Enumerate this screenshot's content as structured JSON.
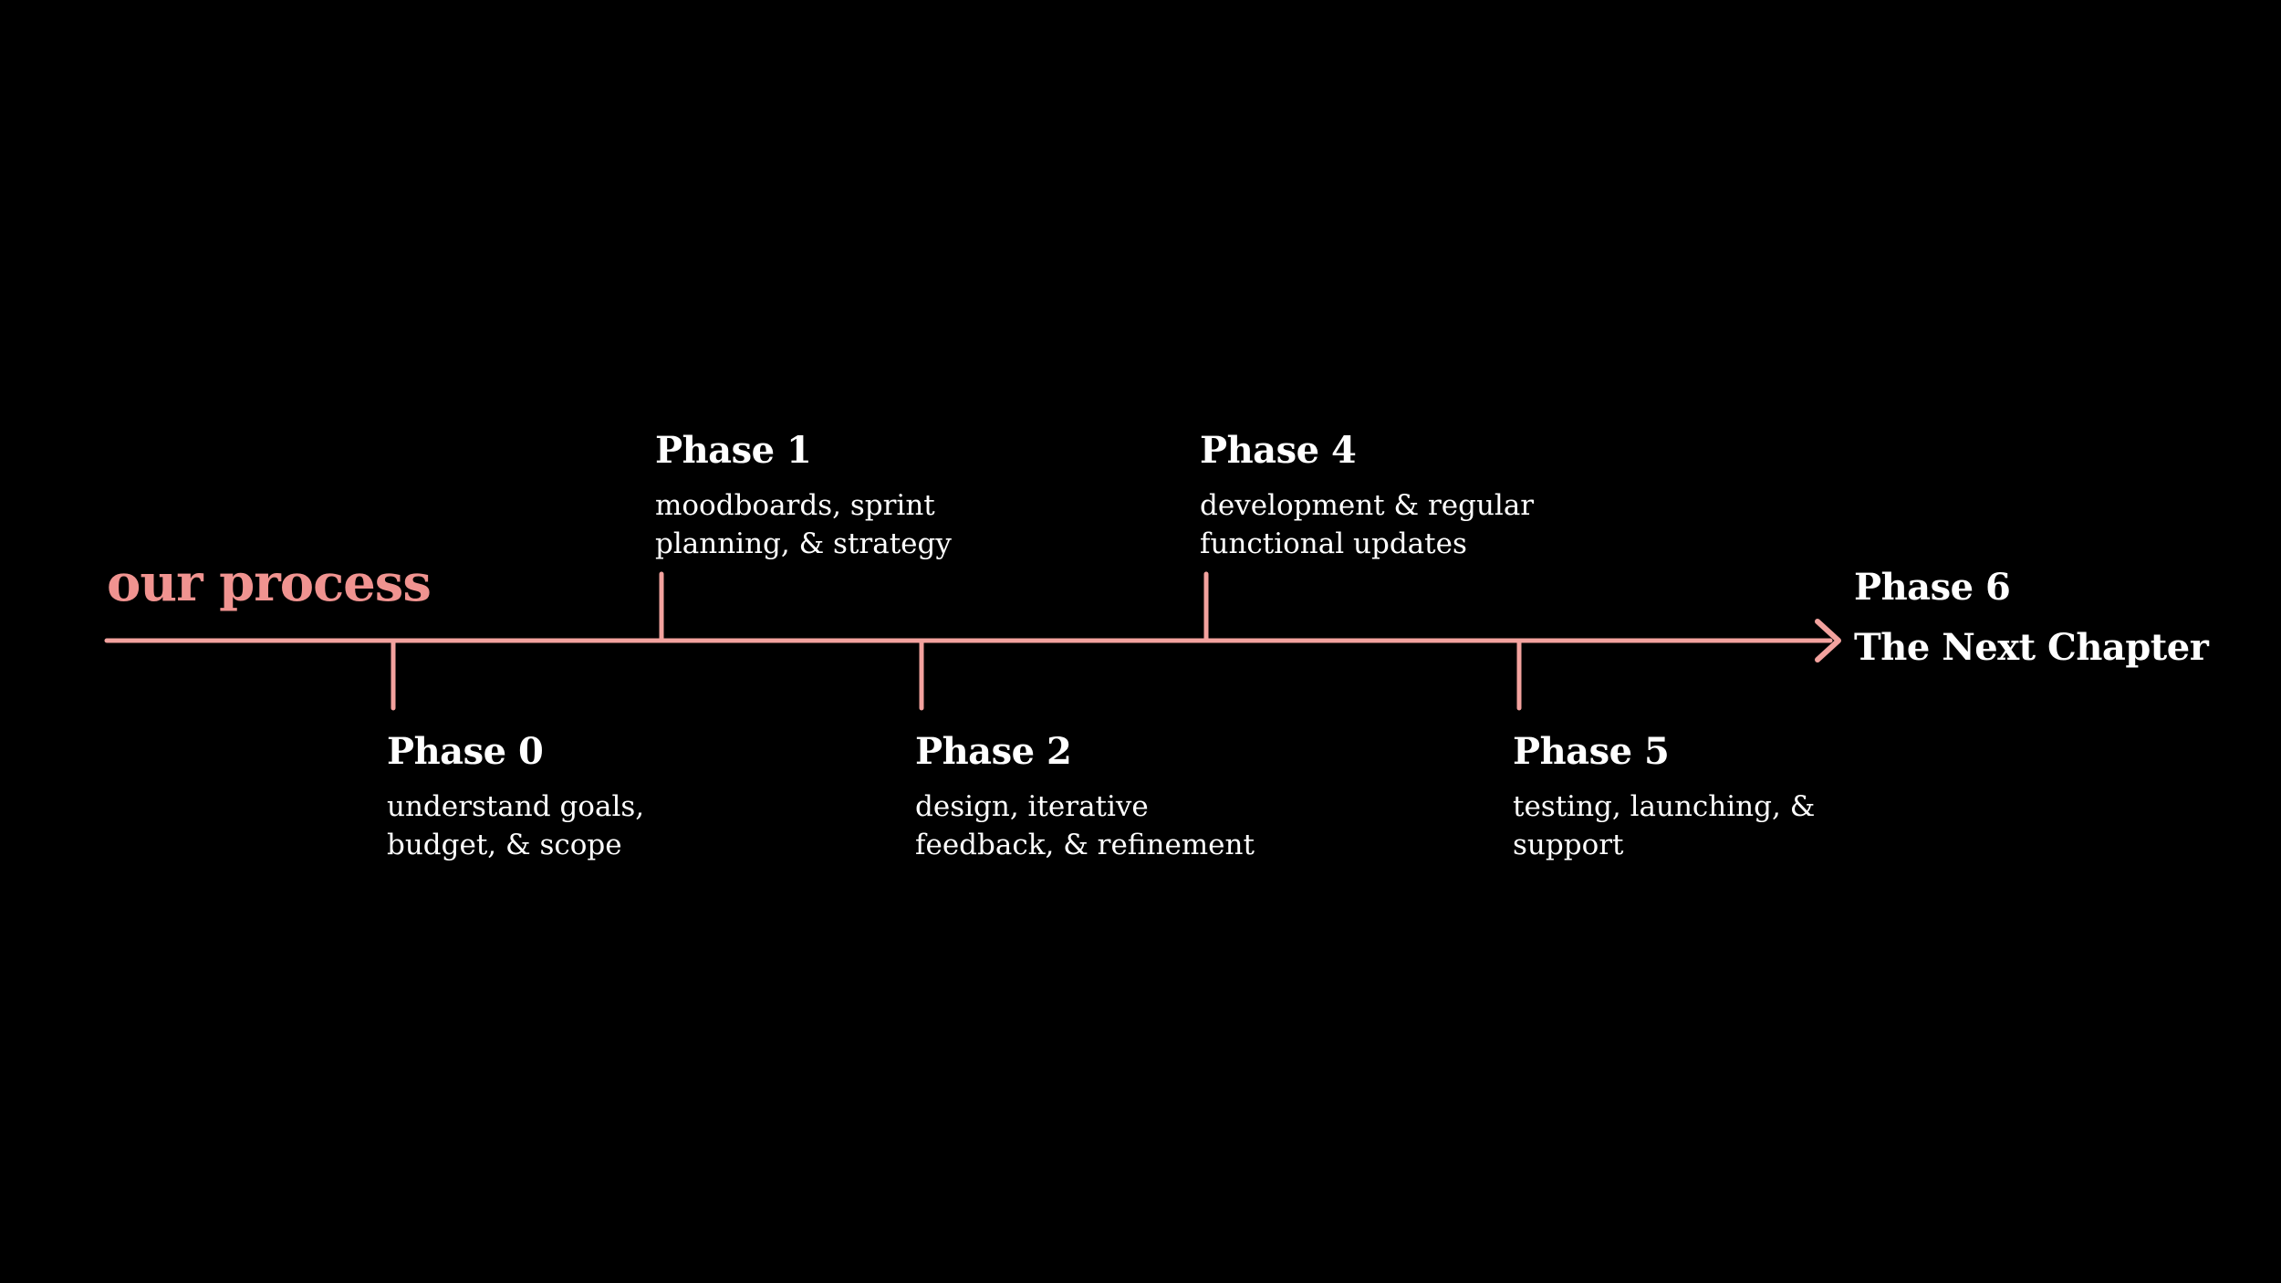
{
  "title": "our process",
  "colors": {
    "background": "#000000",
    "accent_title": "#f09390",
    "accent_line": "#f3a29e",
    "text": "#ffffff"
  },
  "timeline": {
    "phases": [
      {
        "label": "Phase 0",
        "description": "understand goals,\nbudget, & scope",
        "side": "below"
      },
      {
        "label": "Phase 1",
        "description": "moodboards, sprint\nplanning, & strategy",
        "side": "above"
      },
      {
        "label": "Phase 2",
        "description": "design, iterative\nfeedback, & refinement",
        "side": "below"
      },
      {
        "label": "Phase 4",
        "description": "development & regular\nfunctional updates",
        "side": "above"
      },
      {
        "label": "Phase 5",
        "description": "testing, launching, &\nsupport",
        "side": "below"
      },
      {
        "label": "Phase 6",
        "description": "The Next Chapter",
        "side": "end"
      }
    ]
  }
}
